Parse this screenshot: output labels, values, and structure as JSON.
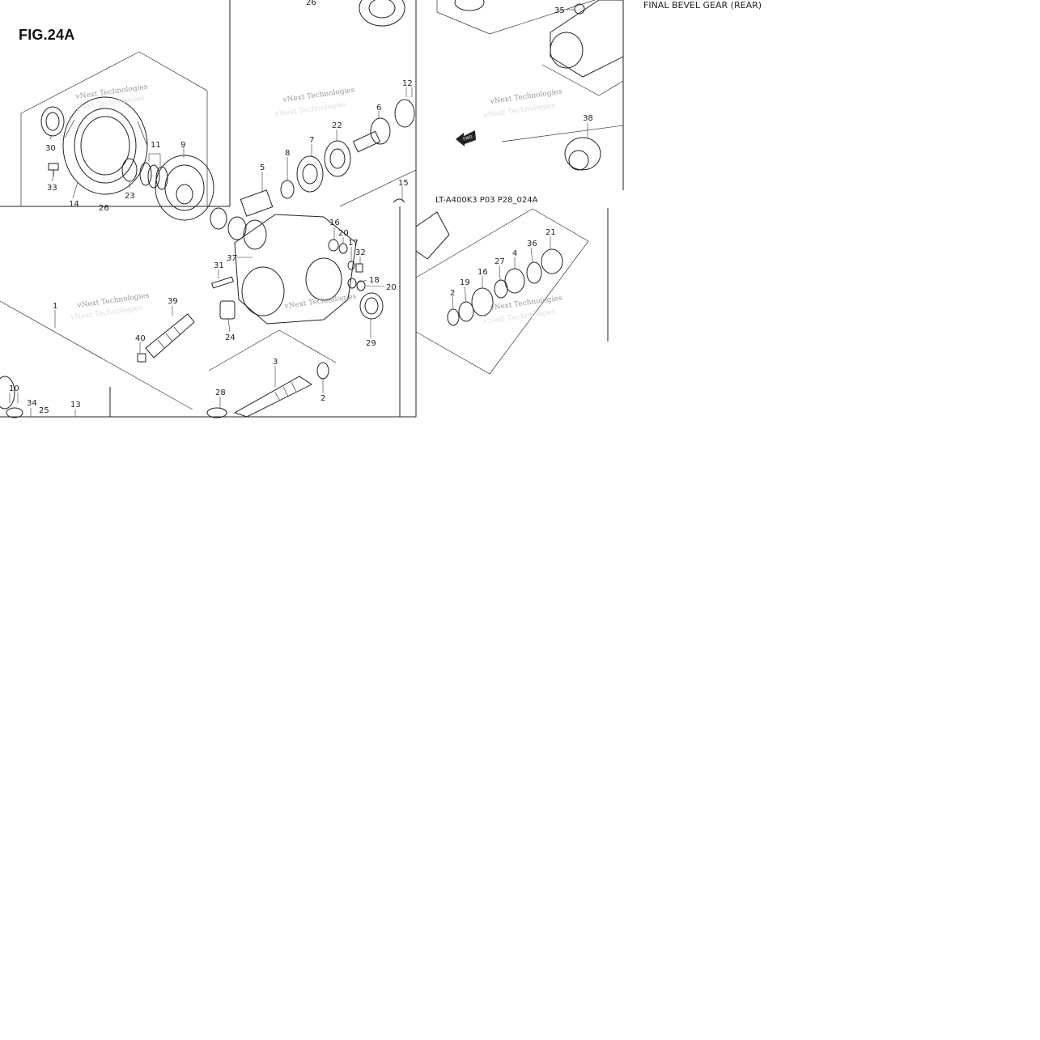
{
  "figure": {
    "title": "FIG.24A",
    "caption": "FINAL BEVEL GEAR (REAR)",
    "subref": "LT-A400K3 P03 P28_024A"
  },
  "watermark": "vNext Technologies",
  "callouts": [
    "26",
    "35",
    "30",
    "11",
    "9",
    "33",
    "23",
    "14",
    "26",
    "12",
    "6",
    "22",
    "7",
    "8",
    "5",
    "15",
    "16",
    "20",
    "17",
    "32",
    "18",
    "20",
    "31",
    "37",
    "38",
    "21",
    "36",
    "4",
    "27",
    "16",
    "19",
    "2",
    "1",
    "39",
    "40",
    "24",
    "29",
    "3",
    "2",
    "28",
    "10",
    "34",
    "25",
    "13"
  ],
  "icons": {
    "forward_arrow": "fwd-arrow-icon"
  }
}
